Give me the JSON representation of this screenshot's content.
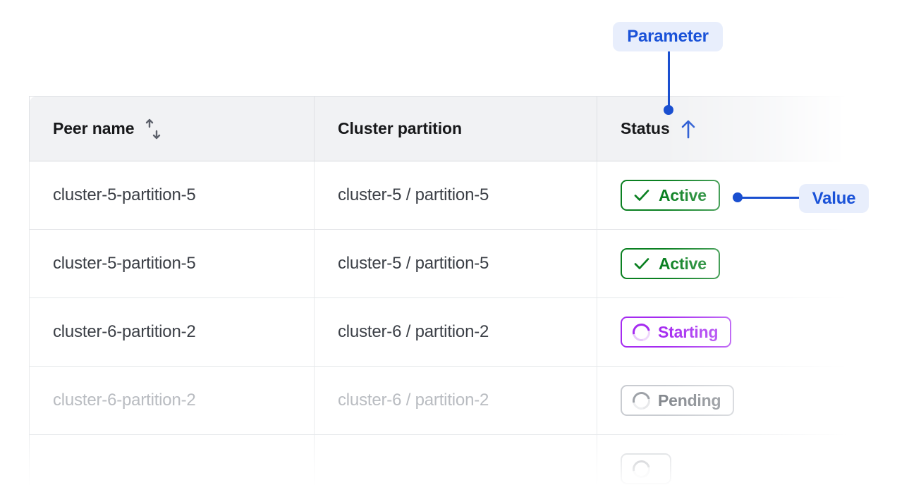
{
  "table": {
    "columns": [
      {
        "id": "peer-name",
        "label": "Peer name",
        "sort_icon": "sort-both-icon",
        "sorted": false
      },
      {
        "id": "cluster-partition",
        "label": "Cluster partition",
        "sort_icon": null,
        "sorted": false
      },
      {
        "id": "status",
        "label": "Status",
        "sort_icon": "sort-up-icon",
        "sorted": true
      }
    ],
    "rows": [
      {
        "peer_name": "cluster-5-partition-5",
        "cluster_partition": "cluster-5 / partition-5",
        "status": {
          "label": "Active",
          "icon": "check-icon",
          "variant": "active"
        },
        "state": "normal"
      },
      {
        "peer_name": "cluster-5-partition-5",
        "cluster_partition": "cluster-5 / partition-5",
        "status": {
          "label": "Active",
          "icon": "check-icon",
          "variant": "active"
        },
        "state": "normal"
      },
      {
        "peer_name": "cluster-6-partition-2",
        "cluster_partition": "cluster-6 / partition-2",
        "status": {
          "label": "Starting",
          "icon": "spinner-icon",
          "variant": "starting"
        },
        "state": "normal"
      },
      {
        "peer_name": "cluster-6-partition-2",
        "cluster_partition": "cluster-6 / partition-2",
        "status": {
          "label": "Pending",
          "icon": "spinner-icon",
          "variant": "pending"
        },
        "state": "faded"
      },
      {
        "peer_name": "",
        "cluster_partition": "",
        "status": {
          "label": "",
          "icon": "spinner-icon",
          "variant": "pending"
        },
        "state": "cut-off"
      }
    ]
  },
  "callouts": {
    "parameter": {
      "label": "Parameter",
      "target": "status-column-header"
    },
    "value": {
      "label": "Value",
      "target": "status-cell-row-1"
    }
  },
  "colors": {
    "accent_blue": "#1a4fd0",
    "badge_bg": "#e8eefc",
    "status_active": "#0a8021",
    "status_starting": "#a52bf0",
    "status_pending": "#84888e",
    "header_bg": "#f1f2f4",
    "text_primary": "#3b3f46"
  }
}
